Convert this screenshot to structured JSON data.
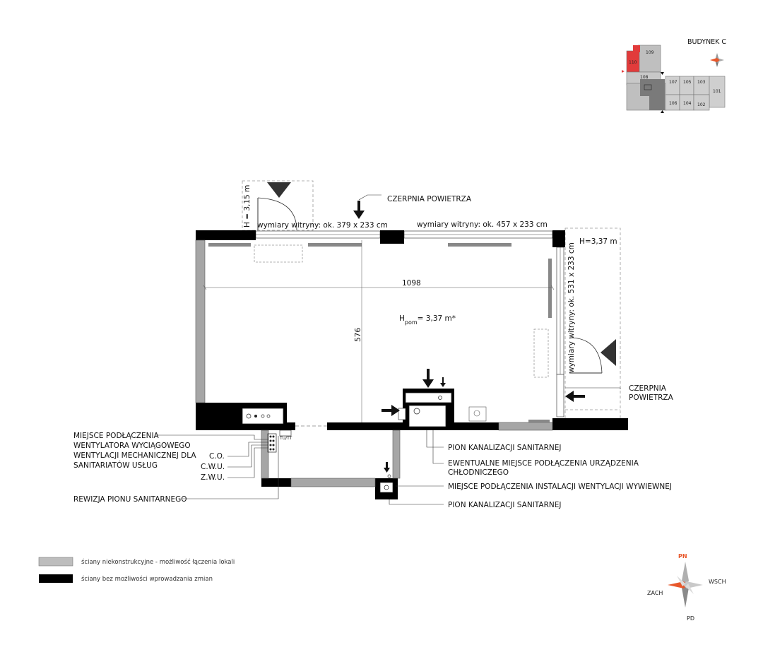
{
  "building": {
    "title": "BUDYNEK C",
    "units": [
      "109",
      "110",
      "108",
      "107",
      "105",
      "103",
      "101",
      "106",
      "104",
      "102"
    ]
  },
  "plan": {
    "ceiling_height_label": "H",
    "ceiling_height_sub": "pom",
    "ceiling_height_value": "= 3,37 m*",
    "dim_width": "1098",
    "dim_depth": "576",
    "height_left": "H = 3,15 m",
    "height_right": "H=3,37 m",
    "window_1": "wymiary witryny: ok. 379 x 233 cm",
    "window_2": "wymiary witryny: ok. 457 x 233 cm",
    "window_3": "wymiary witryny: ok. 531 x 233 cm",
    "tu_tt": "TU/TT"
  },
  "annotations": {
    "air_intake_top": "CZERPNIA POWIETRZA",
    "air_intake_right_1": "CZERPNIA",
    "air_intake_right_2": "POWIETRZA",
    "fan_connection": [
      "MIEJSCE PODŁĄCZENIA",
      "WENTYLATORA WYCIĄGOWEGO",
      "WENTYLACJI MECHANICZNEJ DLA",
      "SANITARIATÓW USŁUG"
    ],
    "co": "C.O.",
    "cwu": "C.W.U.",
    "zwu": "Z.W.U.",
    "revision": "REWIZJA PIONU SANITARNEGO",
    "sewer_riser_1": "PION KANALIZACJI SANITARNEJ",
    "cooling": [
      "EWENTUALNE MIEJSCE PODŁĄCZENIA URZĄDZENIA",
      "CHŁODNICZEGO"
    ],
    "exhaust": "MIEJSCE PODŁĄCZENIA INSTALACJI WENTYLACJI WYWIEWNEJ",
    "sewer_riser_2": "PION KANALIZACJI SANITARNEJ"
  },
  "legend": {
    "gray": "ściany niekonstrukcyjne - możliwość łączenia lokali",
    "black": "ściany bez możliwości wprowadzania zmian"
  },
  "compass": {
    "north": "PN",
    "east": "WSCH",
    "west": "ZACH",
    "south": "PD"
  },
  "colors": {
    "structural": "#000000",
    "partition": "#a6a6a6",
    "highlight": "#e23b3b",
    "accent": "#e8572a"
  }
}
